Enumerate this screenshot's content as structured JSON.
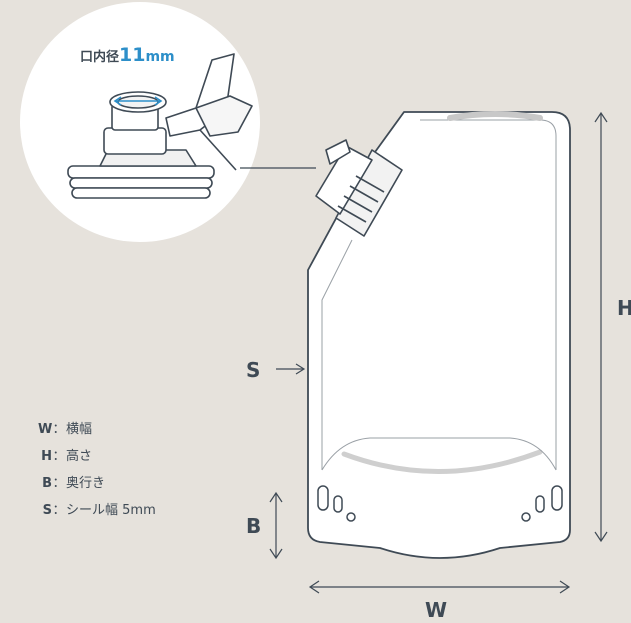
{
  "callout": {
    "label": "口内径",
    "size_value": "11",
    "size_unit": "mm"
  },
  "dimension_labels": {
    "width": "W",
    "height": "H",
    "depth": "B",
    "seal": "S"
  },
  "legend": [
    {
      "key": "W",
      "sep": "：",
      "text": "横幅"
    },
    {
      "key": "H",
      "sep": "：",
      "text": "高さ"
    },
    {
      "key": "B",
      "sep": "：",
      "text": "奥行き"
    },
    {
      "key": "S",
      "sep": "：",
      "text": "シール幅 5mm"
    }
  ],
  "colors": {
    "background": "#e6e2dc",
    "line": "#3f4a55",
    "accent": "#2d8fc9",
    "bag": "#ffffff"
  }
}
